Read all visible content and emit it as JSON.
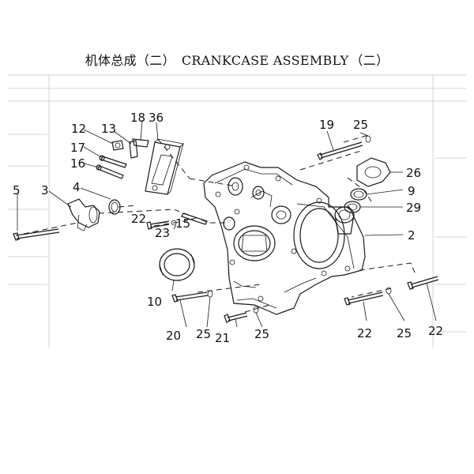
{
  "title": {
    "chinese": "机体总成（二）",
    "english": "CRANKCASE ASSEMBLY",
    "suffix": "（二）"
  },
  "callouts": {
    "c2": "2",
    "c3": "3",
    "c4": "4",
    "c5": "5",
    "c9": "9",
    "c10": "10",
    "c12": "12",
    "c13": "13",
    "c15": "15",
    "c16": "16",
    "c17": "17",
    "c18": "18",
    "c19": "19",
    "c20": "20",
    "c21": "21",
    "c22a": "22",
    "c22b": "22",
    "c22c": "22",
    "c23": "23",
    "c25a": "25",
    "c25b": "25",
    "c25c": "25",
    "c25d": "25",
    "c26": "26",
    "c29": "29",
    "c36": "36"
  }
}
